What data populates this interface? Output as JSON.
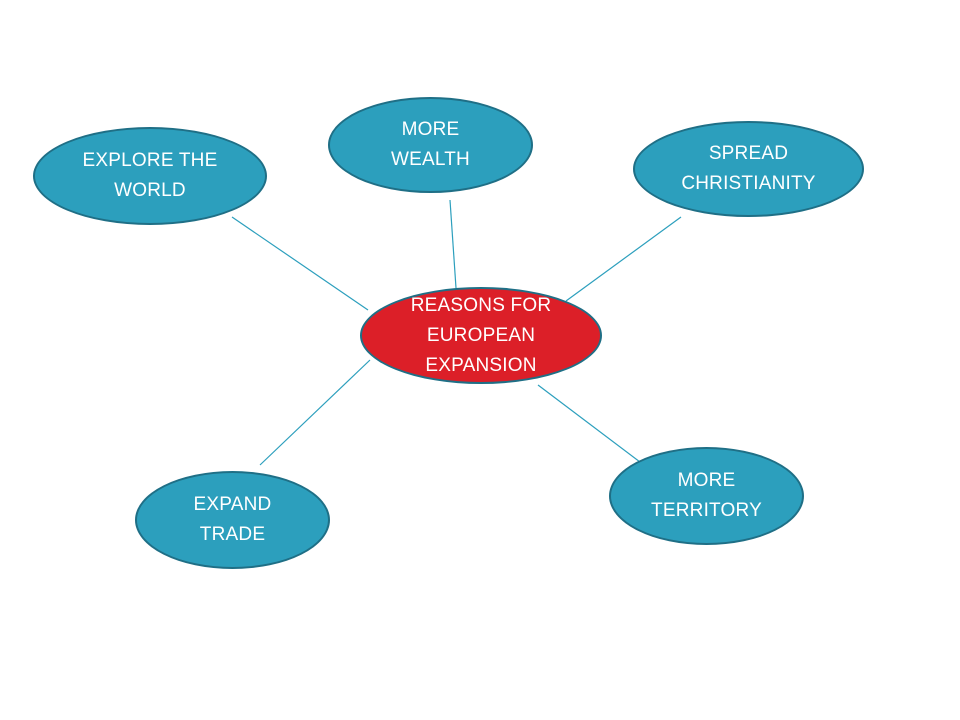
{
  "colors": {
    "center_fill": "#dc1f28",
    "node_fill": "#2c9fbd",
    "node_border": "#1f6f86",
    "connector": "#2c9fbd",
    "label_text": "#ffffff"
  },
  "center": {
    "label": "REASONS FOR\nEUROPEAN\nEXPANSION"
  },
  "nodes": [
    {
      "key": "explore",
      "label": "EXPLORE THE\nWORLD"
    },
    {
      "key": "wealth",
      "label": "MORE\nWEALTH"
    },
    {
      "key": "spread",
      "label": "SPREAD\nCHRISTIANITY"
    },
    {
      "key": "trade",
      "label": "EXPAND\nTRADE"
    },
    {
      "key": "territory",
      "label": "MORE\nTERRITORY"
    }
  ]
}
